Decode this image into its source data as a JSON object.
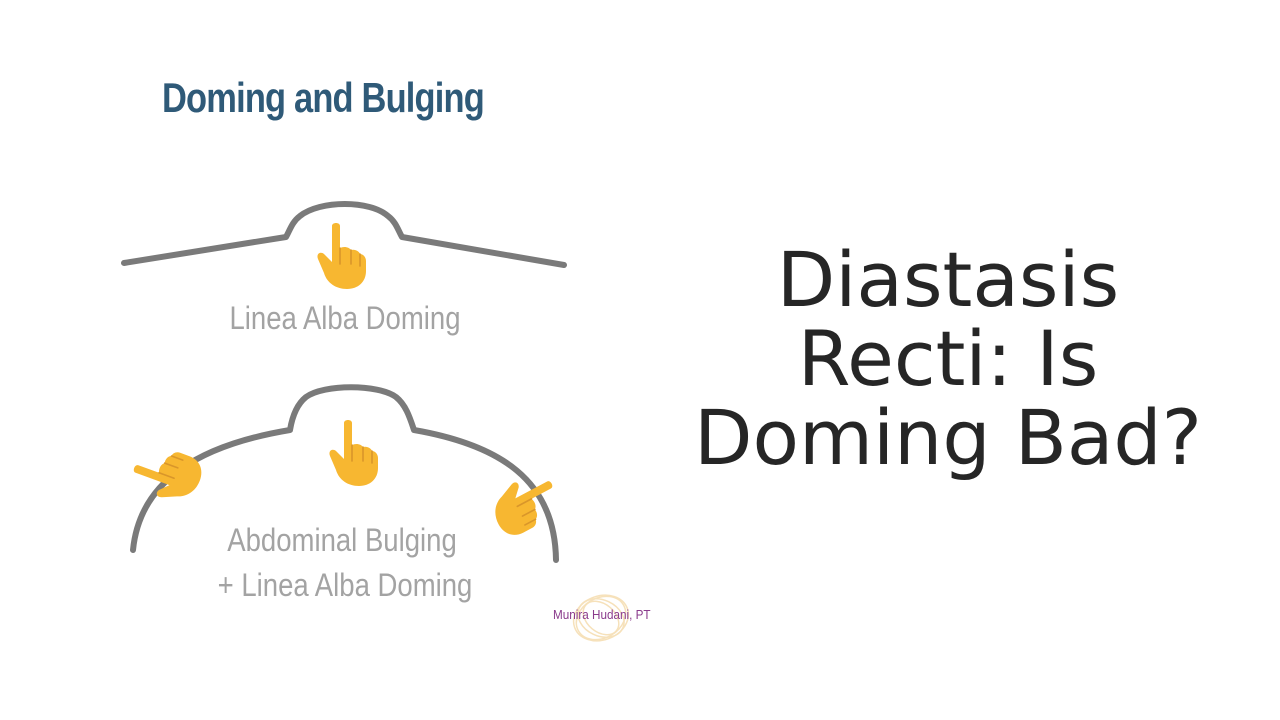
{
  "diagram": {
    "title": "Doming and Bulging",
    "captions": {
      "doming": "Linea Alba Doming",
      "bulging_line1": "Abdominal Bulging",
      "bulging_line2": "+ Linea Alba Doming"
    },
    "icons": [
      "pointing-finger-icon"
    ],
    "colors": {
      "title": "#2f5a78",
      "outline": "#7a7a7a",
      "caption": "#a3a3a3",
      "finger": "#f7b731"
    }
  },
  "watermark": {
    "text": "Munira Hudani, PT",
    "color": "#8a3b8c"
  },
  "headline": {
    "line1": "Diastasis",
    "line2": "Recti: Is",
    "line3": "Doming Bad?",
    "color": "#262626"
  }
}
